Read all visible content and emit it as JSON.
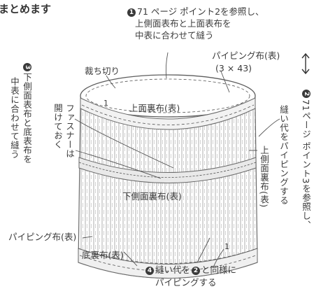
{
  "title": "まとめます",
  "step1": {
    "marker": "1",
    "lines": [
      "71 ページ ポイント2を参照し、",
      "上側面表布と上面表布を",
      "中表に合わせて縫う"
    ]
  },
  "piping_top": {
    "lines": [
      "パイピング布(表)",
      "(3 × 43)"
    ]
  },
  "cut": "裁ち切り",
  "top_lining": "上面裏布(表)",
  "step3": {
    "marker": "3",
    "col1": "下側面表布と底表布を",
    "col2": "中表に合わせて縫う"
  },
  "zipper": {
    "col1": "ファスナーは",
    "col2": "開けておく"
  },
  "step2": {
    "marker": "2",
    "col1": "71ページ ポイント3を参照し、",
    "col2": "縫い代をパイピングする"
  },
  "upper_side_lining": "上側面裏布(表)",
  "lower_side_lining": "下側面裏布(表)",
  "piping_bottom": "パイピング布(表)",
  "bottom_lining": "底裏布(表)",
  "step4": {
    "marker": "4",
    "lines": [
      "縫い代を",
      "と同様に",
      "パイピングする"
    ],
    "ref_marker": "2"
  },
  "dimension_marks": [
    "1",
    "1"
  ],
  "colors": {
    "ink": "#3a3a3a",
    "fabric": "#8f8f8f",
    "stitch": "#555555"
  }
}
